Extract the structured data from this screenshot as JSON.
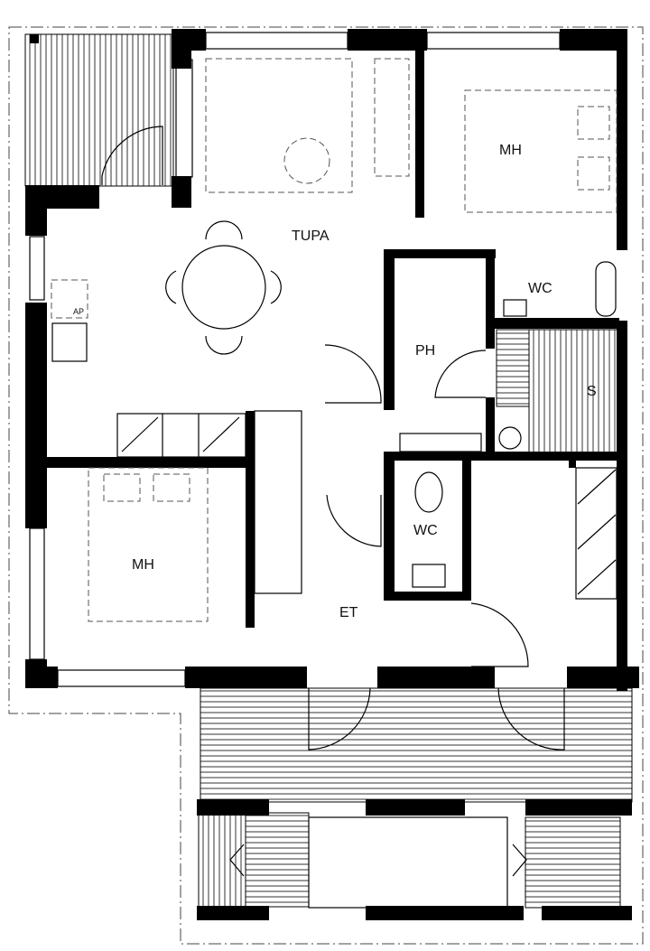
{
  "plan": {
    "rooms": {
      "living": "TUPA",
      "bedroom_top": "MH",
      "bedroom_left": "MH",
      "wc_top": "WC",
      "wc_center": "WC",
      "washroom": "PH",
      "sauna": "S",
      "entrance": "ET",
      "ap": "AP"
    }
  }
}
